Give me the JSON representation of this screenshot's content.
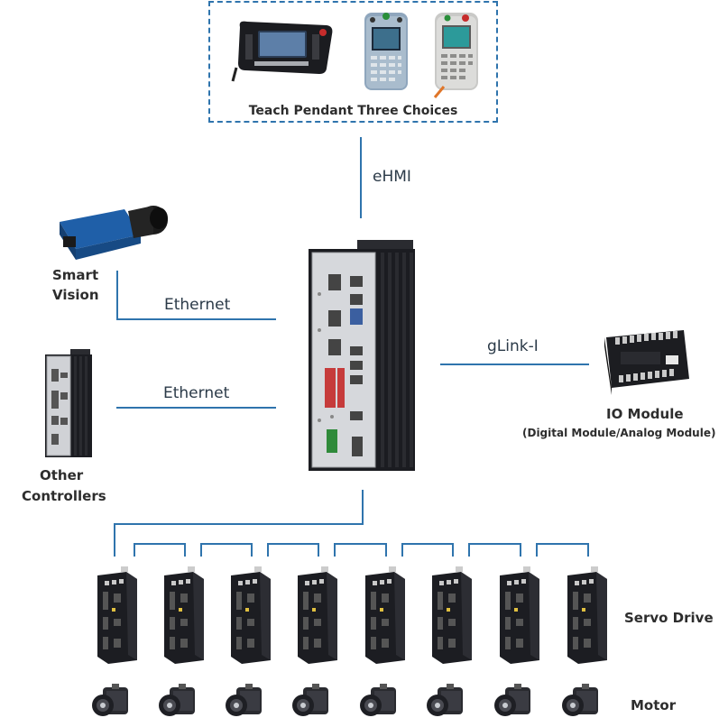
{
  "teach_pendant": {
    "label": "Teach Pendant Three Choices"
  },
  "links": {
    "ehmi": "eHMI",
    "ethernet_1": "Ethernet",
    "ethernet_2": "Ethernet",
    "glink": "gLink-I"
  },
  "smart_vision": {
    "line1": "Smart",
    "line2": "Vision"
  },
  "other_controllers": {
    "line1": "Other",
    "line2": "Controllers"
  },
  "io_module": {
    "title": "IO Module",
    "subtitle": "(Digital Module/Analog Module)"
  },
  "servo_drive": {
    "label": "Servo Drive",
    "count": 8
  },
  "motor": {
    "label": "Motor",
    "count": 8
  },
  "colors": {
    "line": "#2f74ad",
    "dash": "#2f74ad",
    "device_dark": "#1e1f24",
    "device_silver": "#c9ccd1",
    "camera_blue": "#1f5fa8"
  }
}
